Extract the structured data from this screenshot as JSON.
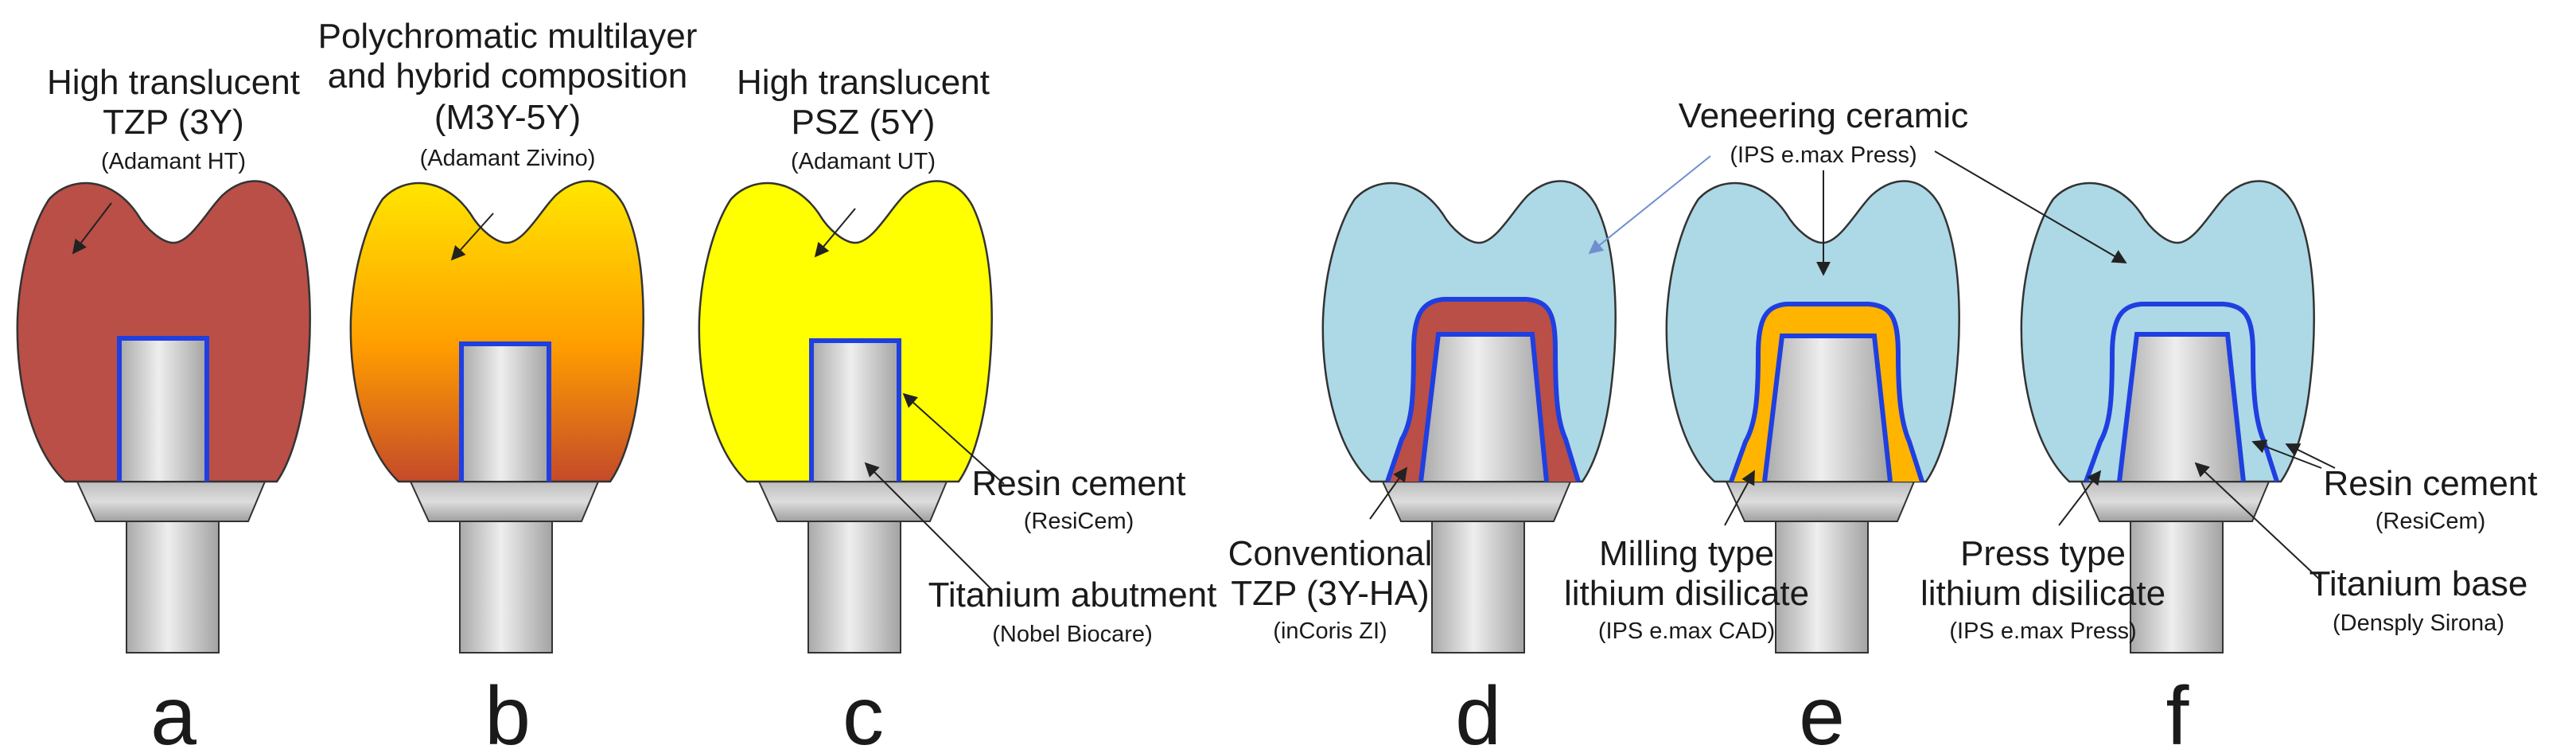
{
  "colors": {
    "tzp_3y": "#b94f47",
    "m3y_top": "#ffe600",
    "m3y_mid": "#ff9d00",
    "m3y_bottom": "#c44a2a",
    "psz_5y": "#ffff00",
    "veneer": "#add8e6",
    "core_lithium": "#ffb400",
    "cement_line": "#1f3fe0",
    "metal": "#d3d3d3"
  },
  "panels": {
    "a": {
      "letter": "a",
      "title_line1": "High translucent",
      "title_line2": "TZP (3Y)",
      "product": "(Adamant HT)"
    },
    "b": {
      "letter": "b",
      "title_line1": "Polychromatic multilayer",
      "title_line2": "and hybrid composition",
      "title_line3": "(M3Y-5Y)",
      "product": "(Adamant Zivino)"
    },
    "c": {
      "letter": "c",
      "title_line1": "High translucent",
      "title_line2": "PSZ (5Y)",
      "product": "(Adamant UT)",
      "cement_label": "Resin cement",
      "cement_product": "(ResiCem)",
      "abutment_label": "Titanium abutment",
      "abutment_product": "(Nobel Biocare)"
    },
    "d": {
      "letter": "d",
      "core_line1": "Conventional",
      "core_line2": "TZP (3Y-HA)",
      "core_product": "(inCoris ZI)"
    },
    "e": {
      "letter": "e",
      "core_line1": "Milling type",
      "core_line2": "lithium disilicate",
      "core_product": "(IPS e.max CAD)"
    },
    "f": {
      "letter": "f",
      "core_line1": "Press type",
      "core_line2": "lithium disilicate",
      "core_product": "(IPS e.max Press)",
      "cement_label": "Resin cement",
      "cement_product": "(ResiCem)",
      "base_label": "Titanium base",
      "base_product": "(Densply Sirona)"
    }
  },
  "veneer_label": {
    "title": "Veneering ceramic",
    "product": "(IPS e.max Press)"
  }
}
